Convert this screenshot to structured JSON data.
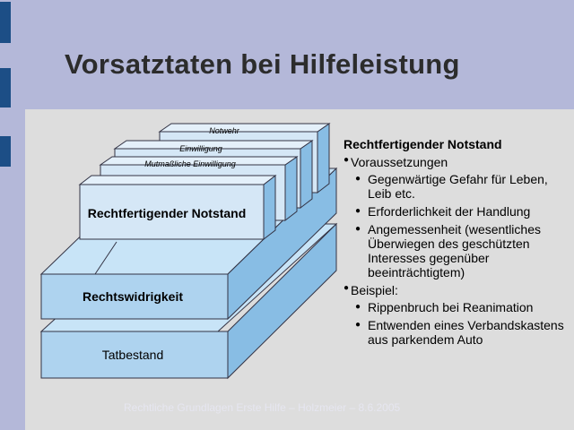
{
  "slide": {
    "title": "Vorsatztaten bei Hilfeleistung",
    "footer": "Rechtliche Grundlagen Erste Hilfe – Holzmeier –  8.6.2005"
  },
  "diagram": {
    "layers": {
      "tatbestand": "Tatbestand",
      "rechtswidrigkeit": "Rechtswidrigkeit",
      "rechtfertigender_notstand": "Rechtfertigender Notstand",
      "mutmassliche_einwilligung": "Mutmaßliche Einwilligung",
      "einwilligung": "Einwilligung",
      "notwehr": "Notwehr"
    }
  },
  "notes": {
    "heading": "Rechtfertigender Notstand",
    "voraussetzungen": {
      "label": "Voraussetzungen",
      "items": [
        "Gegenwärtige Gefahr für Leben, Leib etc.",
        "Erforderlichkeit der Handlung",
        "Angemessenheit (wesentliches Überwiegen des geschützten Interesses gegenüber beeinträchtigtem)"
      ]
    },
    "beispiel": {
      "label": "Beispiel:",
      "items": [
        "Rippenbruch bei Reanimation",
        "Entwenden eines Verbandskastens aus parkendem Auto"
      ]
    }
  },
  "colors": {
    "header_bg": "#b4b8d9",
    "content_bg": "#dddddd",
    "accent_tab": "#1c4e86",
    "block_front": "#aed3ef",
    "block_top": "#c8e4f7",
    "block_side": "#88bde4",
    "card_front": "#d5e7f6"
  }
}
